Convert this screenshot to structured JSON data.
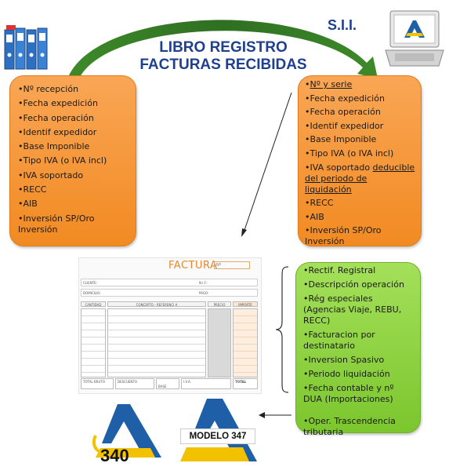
{
  "header": {
    "title_line1": "LIBRO REGISTRO",
    "title_line2": "FACTURAS RECIBIDAS",
    "sii_label": "S.I.I."
  },
  "left_box": {
    "items": [
      "Nº  recepción",
      "Fecha expedición",
      "Fecha operación",
      "Identif expedidor",
      "Base Imponible",
      "Tipo IVA (o IVA incl)",
      "IVA soportado",
      "RECC",
      "AIB",
      "Inversión SP/Oro Inversión"
    ]
  },
  "right_box": {
    "item0": "Nº  y serie",
    "items": [
      "Fecha expedición",
      "Fecha operación",
      "Identif expedidor",
      "Base Imponible",
      "Tipo IVA (o IVA incl)"
    ],
    "iva_prefix": "IVA soportado ",
    "iva_underlined": "deducible del periodo de liquidación",
    "items_after": [
      "RECC",
      "AIB",
      "Inversión SP/Oro Inversión"
    ]
  },
  "green_box": {
    "items": [
      "Rectif. Registral",
      "Descripción operación",
      "Rég especiales (Agencias Viaje, REBU, RECC)",
      "Facturacion por destinatario",
      "Inversion Spasivo",
      "Periodo liquidación",
      "Fecha contable y nº DUA (Importaciones)"
    ],
    "last_item": "Oper. Trascendencia tributaria"
  },
  "factura": {
    "title": "FACTURA",
    "no_label": "Nº",
    "cliente": "CLIENTE:",
    "nif": "N.I.F.:",
    "domicilio": "DOMICILIO:",
    "pago": "PAGO:",
    "col_cantidad": "CANTIDAD",
    "col_concepto": "CONCEPTO - REFERENCI A",
    "col_precio": "PRECIO",
    "col_importe": "IMPORTE",
    "total_bruto": "TOTAL BRUTO",
    "descuento": "DESCUENTO",
    "base": "BASE",
    "iva": "I.V.A.",
    "total": "TOTAL"
  },
  "logos": {
    "left_number": "340",
    "right_label": "MODELO 347"
  },
  "colors": {
    "title_blue": "#1f3f8f",
    "orange": "#f28a22",
    "green": "#7cc62e",
    "aeat_blue": "#1f5fa8",
    "aeat_yellow": "#f2c200"
  }
}
